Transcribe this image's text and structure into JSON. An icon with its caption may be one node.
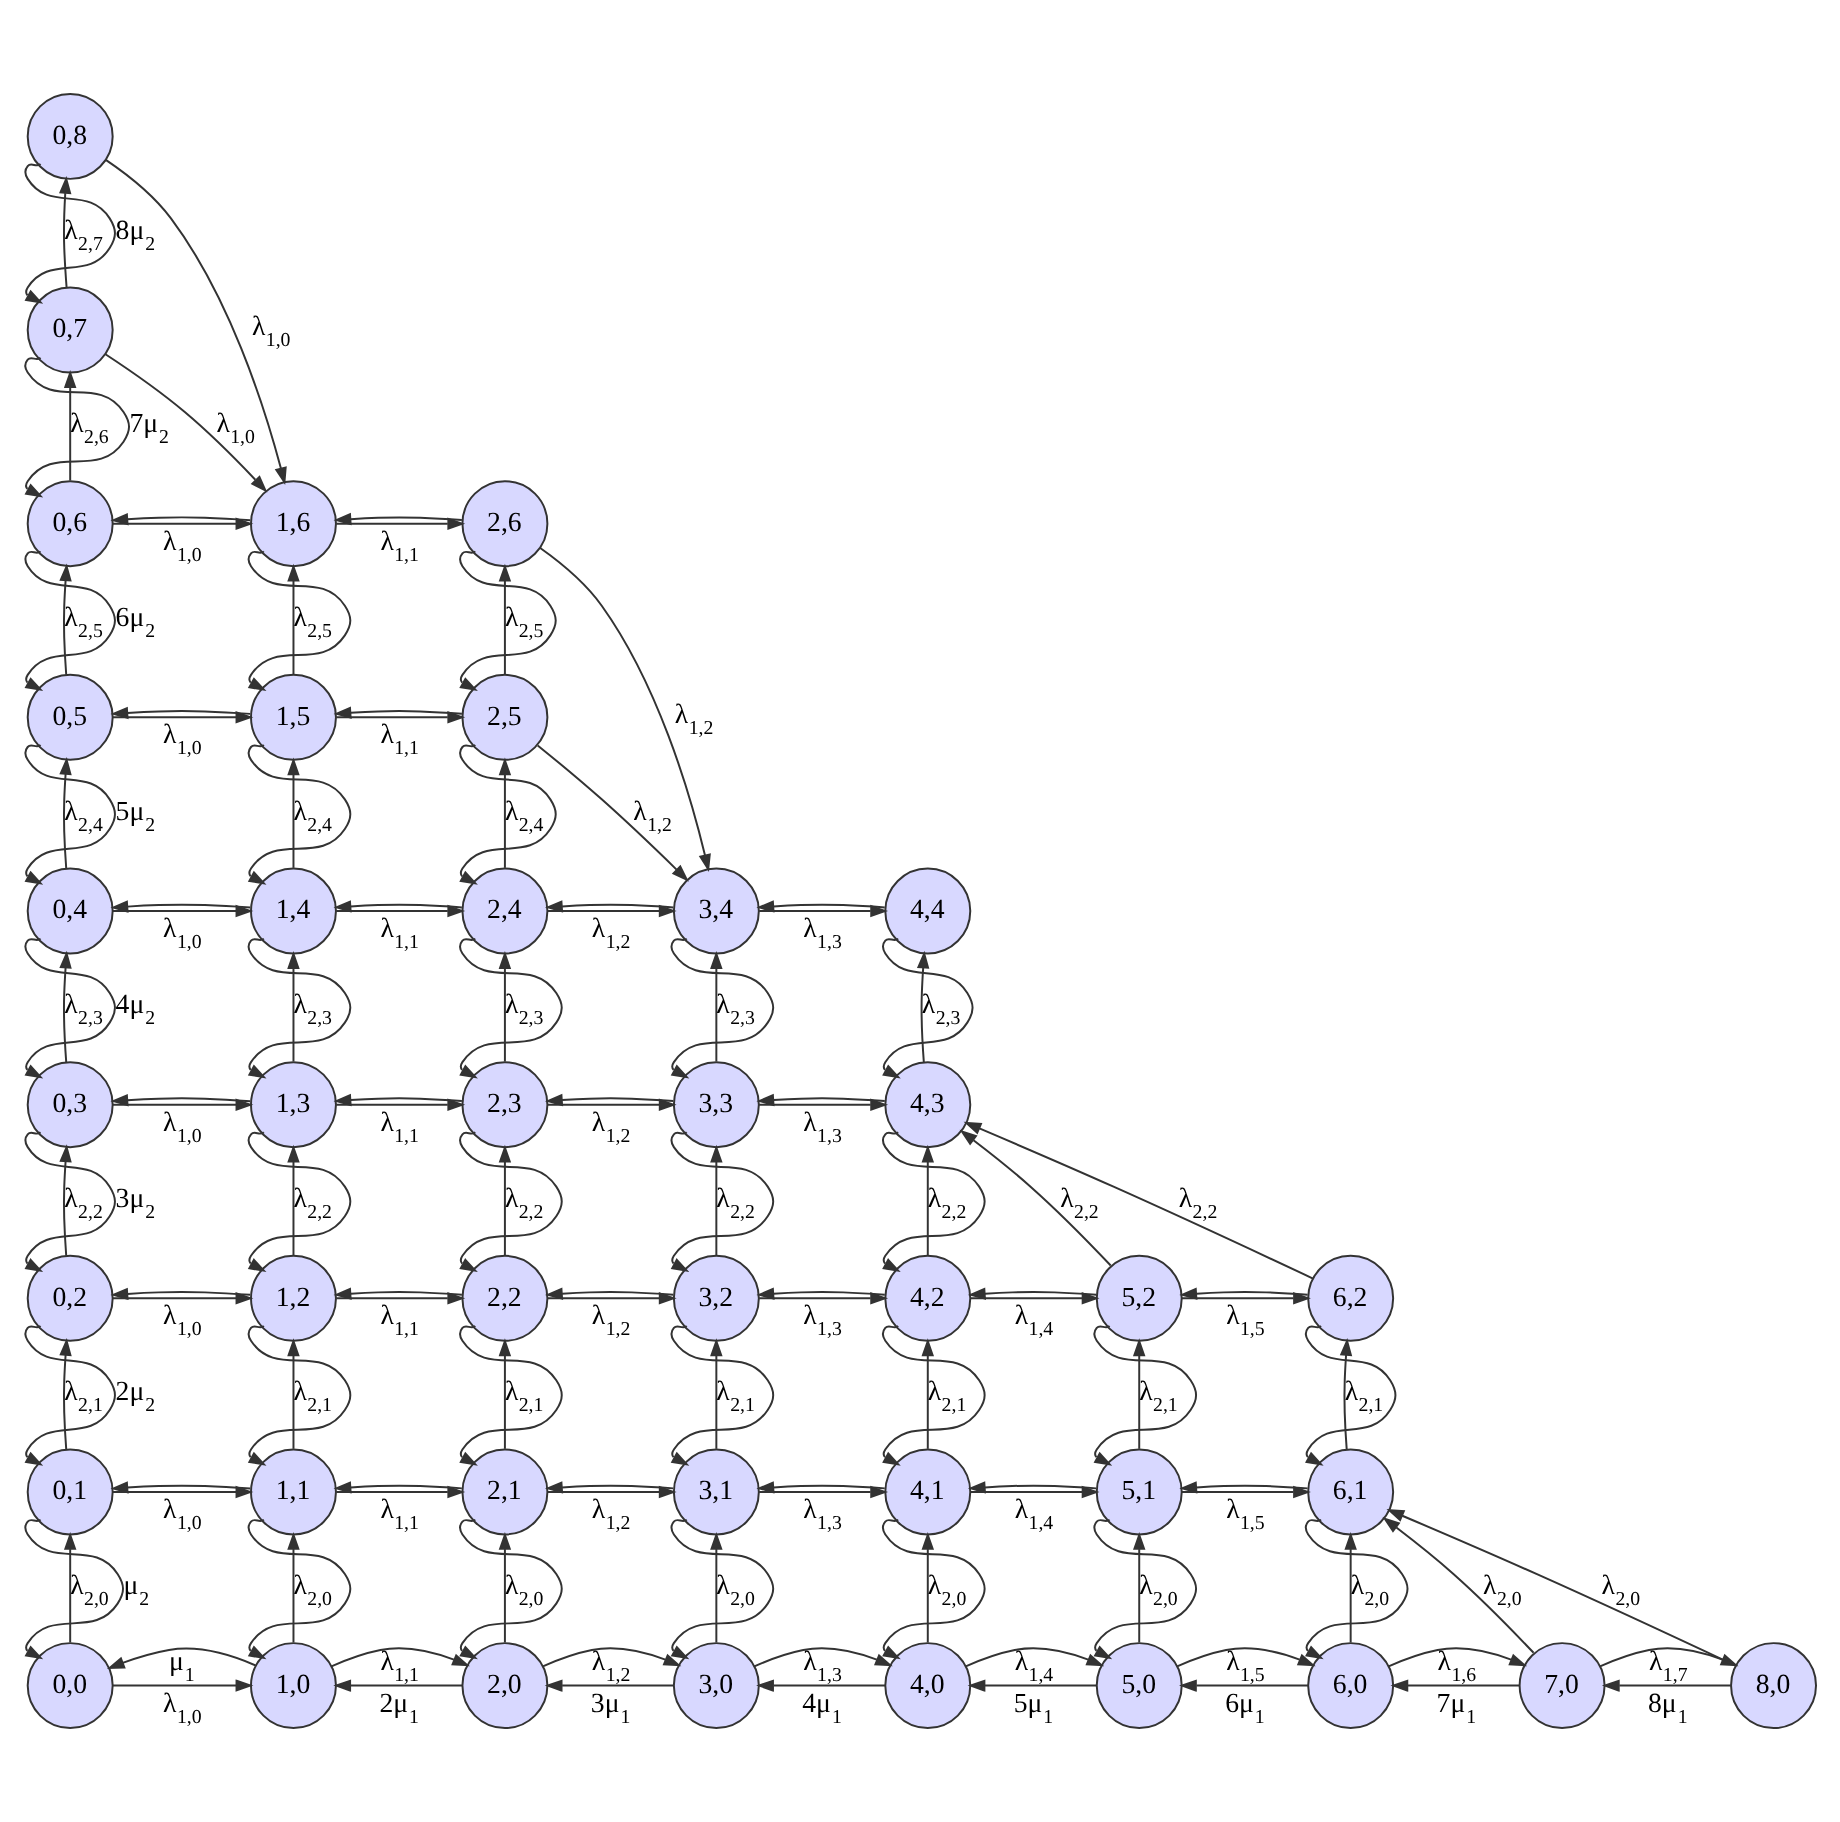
{
  "diagram": {
    "nodes": [
      {
        "text": [
          "0,8"
        ]
      },
      {
        "text": [
          "0,7"
        ]
      },
      {
        "text": [
          "0,6"
        ]
      },
      {
        "text": [
          "1,6"
        ]
      },
      {
        "text": [
          "2,6"
        ]
      },
      {
        "text": [
          "0,5"
        ]
      },
      {
        "text": [
          "1,5"
        ]
      },
      {
        "text": [
          "2,5"
        ]
      },
      {
        "text": [
          "0,4"
        ]
      },
      {
        "text": [
          "1,4"
        ]
      },
      {
        "text": [
          "2,4"
        ]
      },
      {
        "text": [
          "3,4"
        ]
      },
      {
        "text": [
          "4,4"
        ]
      },
      {
        "text": [
          "0,3"
        ]
      },
      {
        "text": [
          "1,3"
        ]
      },
      {
        "text": [
          "2,3"
        ]
      },
      {
        "text": [
          "3,3"
        ]
      },
      {
        "text": [
          "4,3"
        ]
      },
      {
        "text": [
          "0,2"
        ]
      },
      {
        "text": [
          "1,2"
        ]
      },
      {
        "text": [
          "2,2"
        ]
      },
      {
        "text": [
          "3,2"
        ]
      },
      {
        "text": [
          "4,2"
        ]
      },
      {
        "text": [
          "5,2"
        ]
      },
      {
        "text": [
          "6,2"
        ]
      },
      {
        "text": [
          "0,1"
        ]
      },
      {
        "text": [
          "1,1"
        ]
      },
      {
        "text": [
          "2,1"
        ]
      },
      {
        "text": [
          "3,1"
        ]
      },
      {
        "text": [
          "4,1"
        ]
      },
      {
        "text": [
          "5,1"
        ]
      },
      {
        "text": [
          "6,1"
        ]
      },
      {
        "text": [
          "0,0"
        ]
      },
      {
        "text": [
          "1,0"
        ]
      },
      {
        "text": [
          "2,0"
        ]
      },
      {
        "text": [
          "3,0"
        ]
      },
      {
        "text": [
          "4,0"
        ]
      },
      {
        "text": [
          "5,0"
        ]
      },
      {
        "text": [
          "6,0"
        ]
      },
      {
        "text": [
          "7,0"
        ]
      },
      {
        "text": [
          "8,0"
        ]
      }
    ],
    "edges": [
      {
        "from": 0,
        "to": 3,
        "arrow": "to",
        "label": "λ$_{1,0}$"
      },
      {
        "from": 1,
        "to": 3,
        "arrow": "to",
        "label": "λ$_{1,0}$"
      },
      {
        "from": 4,
        "to": 11,
        "arrow": "to",
        "label": "λ$_{1,2}$"
      },
      {
        "from": 7,
        "to": 11,
        "arrow": "to",
        "label": "λ$_{1,2}$"
      },
      {
        "from": 1,
        "to": 0,
        "arrow": "to",
        "label": "λ$_{2,7}$"
      },
      {
        "from": 0,
        "to": 1,
        "arrow": "to",
        "label": "8μ$_{2}$"
      },
      {
        "from": 2,
        "to": 1,
        "arrow": "to",
        "label": "λ$_{2,6}$"
      },
      {
        "from": 1,
        "to": 2,
        "arrow": "to",
        "label": "7μ$_{2}$"
      },
      {
        "from": 5,
        "to": 2,
        "arrow": "to",
        "label": "λ$_{2,5}$"
      },
      {
        "from": 2,
        "to": 5,
        "arrow": "to",
        "label": "6μ$_{2}$"
      },
      {
        "from": 8,
        "to": 5,
        "arrow": "to",
        "label": "λ$_{2,4}$"
      },
      {
        "from": 5,
        "to": 8,
        "arrow": "to",
        "label": "5μ$_{2}$"
      },
      {
        "from": 13,
        "to": 8,
        "arrow": "to",
        "label": "λ$_{2,3}$"
      },
      {
        "from": 8,
        "to": 13,
        "arrow": "to",
        "label": "4μ$_{2}$"
      },
      {
        "from": 18,
        "to": 13,
        "arrow": "to",
        "label": "λ$_{2,2}$"
      },
      {
        "from": 13,
        "to": 18,
        "arrow": "to",
        "label": "3μ$_{2}$"
      },
      {
        "from": 25,
        "to": 18,
        "arrow": "to",
        "label": "λ$_{2,1}$"
      },
      {
        "from": 18,
        "to": 25,
        "arrow": "to",
        "label": "2μ$_{2}$"
      },
      {
        "from": 32,
        "to": 25,
        "arrow": "to",
        "label": "λ$_{2,0}$"
      },
      {
        "from": 25,
        "to": 32,
        "arrow": "to",
        "label": "μ$_{2}$"
      },
      {
        "from": 6,
        "to": 3,
        "arrow": "to",
        "label": "λ$_{2,5}$"
      },
      {
        "from": 3,
        "to": 6,
        "arrow": "to"
      },
      {
        "from": 9,
        "to": 6,
        "arrow": "to",
        "label": "λ$_{2,4}$"
      },
      {
        "from": 6,
        "to": 9,
        "arrow": "to"
      },
      {
        "from": 14,
        "to": 9,
        "arrow": "to",
        "label": "λ$_{2,3}$"
      },
      {
        "from": 9,
        "to": 14,
        "arrow": "to"
      },
      {
        "from": 19,
        "to": 14,
        "arrow": "to",
        "label": "λ$_{2,2}$"
      },
      {
        "from": 14,
        "to": 19,
        "arrow": "to"
      },
      {
        "from": 26,
        "to": 19,
        "arrow": "to",
        "label": "λ$_{2,1}$"
      },
      {
        "from": 19,
        "to": 26,
        "arrow": "to"
      },
      {
        "from": 33,
        "to": 26,
        "arrow": "to",
        "label": "λ$_{2,0}$"
      },
      {
        "from": 26,
        "to": 33,
        "arrow": "to"
      },
      {
        "from": 7,
        "to": 4,
        "arrow": "to",
        "label": "λ$_{2,5}$"
      },
      {
        "from": 4,
        "to": 7,
        "arrow": "to"
      },
      {
        "from": 10,
        "to": 7,
        "arrow": "to",
        "label": "λ$_{2,4}$"
      },
      {
        "from": 7,
        "to": 10,
        "arrow": "to"
      },
      {
        "from": 15,
        "to": 10,
        "arrow": "to",
        "label": "λ$_{2,3}$"
      },
      {
        "from": 10,
        "to": 15,
        "arrow": "to"
      },
      {
        "from": 20,
        "to": 15,
        "arrow": "to",
        "label": "λ$_{2,2}$"
      },
      {
        "from": 15,
        "to": 20,
        "arrow": "to"
      },
      {
        "from": 27,
        "to": 20,
        "arrow": "to",
        "label": "λ$_{2,1}$"
      },
      {
        "from": 20,
        "to": 27,
        "arrow": "to"
      },
      {
        "from": 34,
        "to": 27,
        "arrow": "to",
        "label": "λ$_{2,0}$"
      },
      {
        "from": 27,
        "to": 34,
        "arrow": "to"
      },
      {
        "from": 16,
        "to": 11,
        "arrow": "to",
        "label": "λ$_{2,3}$"
      },
      {
        "from": 11,
        "to": 16,
        "arrow": "to"
      },
      {
        "from": 21,
        "to": 16,
        "arrow": "to",
        "label": "λ$_{2,2}$"
      },
      {
        "from": 16,
        "to": 21,
        "arrow": "to"
      },
      {
        "from": 28,
        "to": 21,
        "arrow": "to",
        "label": "λ$_{2,1}$"
      },
      {
        "from": 21,
        "to": 28,
        "arrow": "to"
      },
      {
        "from": 35,
        "to": 28,
        "arrow": "to",
        "label": "λ$_{2,0}$"
      },
      {
        "from": 28,
        "to": 35,
        "arrow": "to"
      },
      {
        "from": 17,
        "to": 12,
        "arrow": "to",
        "label": "λ$_{2,3}$"
      },
      {
        "from": 12,
        "to": 17,
        "arrow": "to"
      },
      {
        "from": 22,
        "to": 17,
        "arrow": "to",
        "label": "λ$_{2,2}$"
      },
      {
        "from": 17,
        "to": 22,
        "arrow": "to"
      },
      {
        "from": 29,
        "to": 22,
        "arrow": "to",
        "label": "λ$_{2,1}$"
      },
      {
        "from": 22,
        "to": 29,
        "arrow": "to"
      },
      {
        "from": 36,
        "to": 29,
        "arrow": "to",
        "label": "λ$_{2,0}$"
      },
      {
        "from": 29,
        "to": 36,
        "arrow": "to"
      },
      {
        "from": 30,
        "to": 23,
        "arrow": "to",
        "label": "λ$_{2,1}$"
      },
      {
        "from": 23,
        "to": 30,
        "arrow": "to"
      },
      {
        "from": 37,
        "to": 30,
        "arrow": "to",
        "label": "λ$_{2,0}$"
      },
      {
        "from": 30,
        "to": 37,
        "arrow": "to"
      },
      {
        "from": 31,
        "to": 24,
        "arrow": "to",
        "label": "λ$_{2,1}$"
      },
      {
        "from": 24,
        "to": 31,
        "arrow": "to"
      },
      {
        "from": 38,
        "to": 31,
        "arrow": "to",
        "label": "λ$_{2,0}$"
      },
      {
        "from": 31,
        "to": 38,
        "arrow": "to"
      },
      {
        "from": 2,
        "to": 3,
        "arrow": "to",
        "label": "λ$_{1,0}$"
      },
      {
        "from": 3,
        "to": 2,
        "arrow": "to"
      },
      {
        "from": 3,
        "to": 4,
        "arrow": "to",
        "label": "λ$_{1,1}$"
      },
      {
        "from": 4,
        "to": 3,
        "arrow": "to"
      },
      {
        "from": 5,
        "to": 6,
        "arrow": "to",
        "label": "λ$_{1,0}$"
      },
      {
        "from": 6,
        "to": 5,
        "arrow": "to"
      },
      {
        "from": 6,
        "to": 7,
        "arrow": "to",
        "label": "λ$_{1,1}$"
      },
      {
        "from": 7,
        "to": 6,
        "arrow": "to"
      },
      {
        "from": 8,
        "to": 9,
        "arrow": "to",
        "label": "λ$_{1,0}$"
      },
      {
        "from": 9,
        "to": 8,
        "arrow": "to"
      },
      {
        "from": 9,
        "to": 10,
        "arrow": "to",
        "label": "λ$_{1,1}$"
      },
      {
        "from": 10,
        "to": 9,
        "arrow": "to"
      },
      {
        "from": 10,
        "to": 11,
        "arrow": "to",
        "label": "λ$_{1,2}$"
      },
      {
        "from": 11,
        "to": 10,
        "arrow": "to"
      },
      {
        "from": 11,
        "to": 12,
        "arrow": "to",
        "label": "λ$_{1,3}$"
      },
      {
        "from": 12,
        "to": 11,
        "arrow": "to"
      },
      {
        "from": 13,
        "to": 14,
        "arrow": "to",
        "label": "λ$_{1,0}$"
      },
      {
        "from": 14,
        "to": 13,
        "arrow": "to"
      },
      {
        "from": 14,
        "to": 15,
        "arrow": "to",
        "label": "λ$_{1,1}$"
      },
      {
        "from": 15,
        "to": 14,
        "arrow": "to"
      },
      {
        "from": 15,
        "to": 16,
        "arrow": "to",
        "label": "λ$_{1,2}$"
      },
      {
        "from": 16,
        "to": 15,
        "arrow": "to"
      },
      {
        "from": 16,
        "to": 17,
        "arrow": "to",
        "label": "λ$_{1,3}$"
      },
      {
        "from": 17,
        "to": 16,
        "arrow": "to"
      },
      {
        "from": 18,
        "to": 19,
        "arrow": "to",
        "label": "λ$_{1,0}$"
      },
      {
        "from": 19,
        "to": 18,
        "arrow": "to"
      },
      {
        "from": 19,
        "to": 20,
        "arrow": "to",
        "label": "λ$_{1,1}$"
      },
      {
        "from": 20,
        "to": 19,
        "arrow": "to"
      },
      {
        "from": 20,
        "to": 21,
        "arrow": "to",
        "label": "λ$_{1,2}$"
      },
      {
        "from": 21,
        "to": 20,
        "arrow": "to"
      },
      {
        "from": 21,
        "to": 22,
        "arrow": "to",
        "label": "λ$_{1,3}$"
      },
      {
        "from": 22,
        "to": 21,
        "arrow": "to"
      },
      {
        "from": 22,
        "to": 23,
        "arrow": "to",
        "label": "λ$_{1,4}$"
      },
      {
        "from": 23,
        "to": 22,
        "arrow": "to"
      },
      {
        "from": 23,
        "to": 24,
        "arrow": "to",
        "label": "λ$_{1,5}$"
      },
      {
        "from": 24,
        "to": 23,
        "arrow": "to"
      },
      {
        "from": 25,
        "to": 26,
        "arrow": "to",
        "label": "λ$_{1,0}$"
      },
      {
        "from": 26,
        "to": 25,
        "arrow": "to"
      },
      {
        "from": 26,
        "to": 27,
        "arrow": "to",
        "label": "λ$_{1,1}$"
      },
      {
        "from": 27,
        "to": 26,
        "arrow": "to"
      },
      {
        "from": 27,
        "to": 28,
        "arrow": "to",
        "label": "λ$_{1,2}$"
      },
      {
        "from": 28,
        "to": 27,
        "arrow": "to"
      },
      {
        "from": 28,
        "to": 29,
        "arrow": "to",
        "label": "λ$_{1,3}$"
      },
      {
        "from": 29,
        "to": 28,
        "arrow": "to"
      },
      {
        "from": 29,
        "to": 30,
        "arrow": "to",
        "label": "λ$_{1,4}$"
      },
      {
        "from": 30,
        "to": 29,
        "arrow": "to"
      },
      {
        "from": 30,
        "to": 31,
        "arrow": "to",
        "label": "λ$_{1,5}$"
      },
      {
        "from": 31,
        "to": 30,
        "arrow": "to"
      },
      {
        "from": 32,
        "to": 33,
        "arrow": "to",
        "label": "λ$_{1,0}$"
      },
      {
        "from": 33,
        "to": 32,
        "arrow": "to",
        "label": "μ$_{1}$"
      },
      {
        "from": 33,
        "to": 34,
        "arrow": "to",
        "label": "λ$_{1,1}$"
      },
      {
        "from": 34,
        "to": 33,
        "arrow": "to",
        "label": "2μ$_{1}$"
      },
      {
        "from": 34,
        "to": 35,
        "arrow": "to",
        "label": "λ$_{1,2}$"
      },
      {
        "from": 35,
        "to": 34,
        "arrow": "to",
        "label": "3μ$_{1}$"
      },
      {
        "from": 35,
        "to": 36,
        "arrow": "to",
        "label": "λ$_{1,3}$"
      },
      {
        "from": 36,
        "to": 35,
        "arrow": "to",
        "label": "4μ$_{1}$"
      },
      {
        "from": 36,
        "to": 37,
        "arrow": "to",
        "label": "λ$_{1,4}$"
      },
      {
        "from": 37,
        "to": 36,
        "arrow": "to",
        "label": "5μ$_{1}$"
      },
      {
        "from": 37,
        "to": 38,
        "arrow": "to",
        "label": "λ$_{1,5}$"
      },
      {
        "from": 38,
        "to": 37,
        "arrow": "to",
        "label": "6μ$_{1}$"
      },
      {
        "from": 38,
        "to": 39,
        "arrow": "to",
        "label": "λ$_{1,6}$"
      },
      {
        "from": 39,
        "to": 38,
        "arrow": "to",
        "label": "7μ$_{1}$"
      },
      {
        "from": 39,
        "to": 40,
        "arrow": "to",
        "label": "λ$_{1,7}$"
      },
      {
        "from": 40,
        "to": 39,
        "arrow": "to",
        "label": "8μ$_{1}$"
      },
      {
        "from": 23,
        "to": 17,
        "arrow": "to",
        "label": "λ$_{2,2}$"
      },
      {
        "from": 24,
        "to": 17,
        "arrow": "to",
        "label": "λ$_{2,2}$"
      },
      {
        "from": 39,
        "to": 31,
        "arrow": "to",
        "label": "λ$_{2,0}$"
      },
      {
        "from": 40,
        "to": 31,
        "arrow": "to",
        "label": "λ$_{2,0}$"
      }
    ]
  }
}
